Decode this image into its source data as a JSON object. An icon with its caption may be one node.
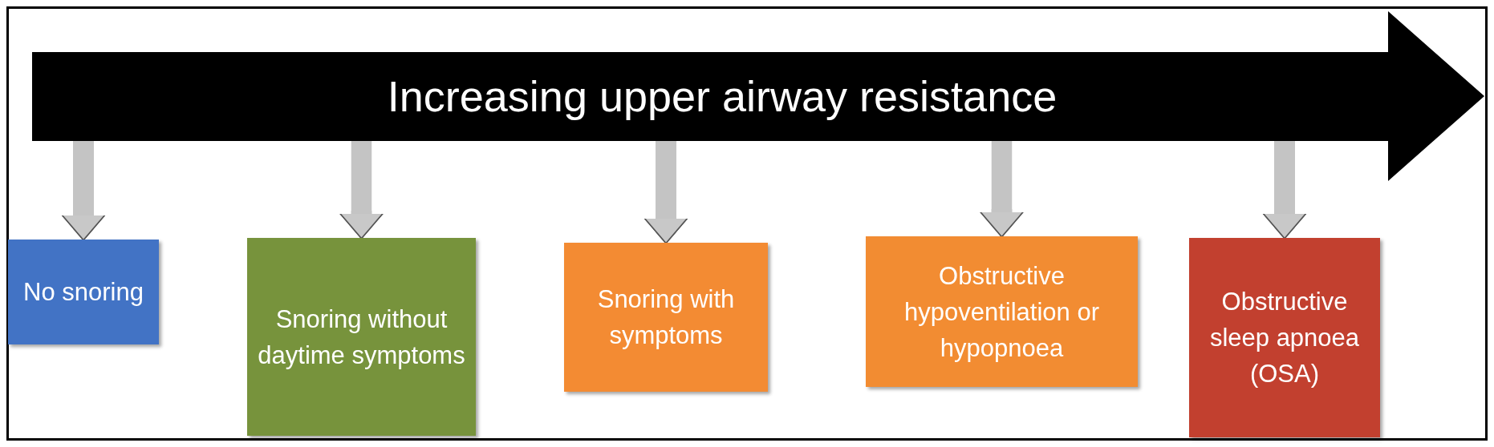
{
  "diagram": {
    "nodes": [
      {
        "text": [
          "Increasing upper airway resistance"
        ]
      },
      {
        "text": [
          "No snoring"
        ]
      },
      {
        "text": [
          "Snoring without daytime symptoms"
        ]
      },
      {
        "text": [
          "Snoring with symptoms"
        ]
      },
      {
        "text": [
          "Obstructive hypoventilation or hypopnoea"
        ]
      },
      {
        "text": [
          "Obstructive sleep apnoea (OSA)"
        ]
      }
    ],
    "edges": [
      {
        "from": 0,
        "to": 1,
        "arrow": "to"
      },
      {
        "from": 0,
        "to": 2,
        "arrow": "to"
      },
      {
        "from": 0,
        "to": 3,
        "arrow": "to"
      },
      {
        "from": 0,
        "to": 4,
        "arrow": "to"
      },
      {
        "from": 0,
        "to": 5,
        "arrow": "to"
      }
    ]
  }
}
